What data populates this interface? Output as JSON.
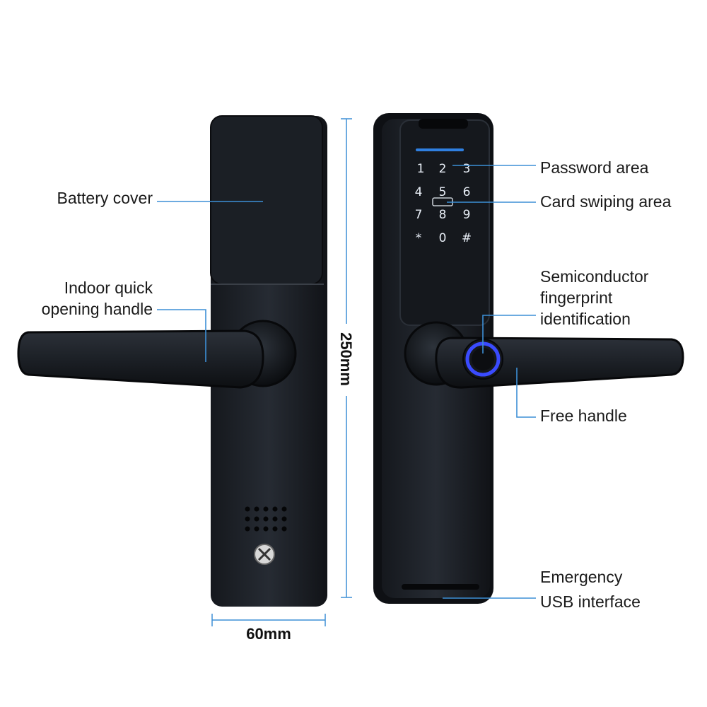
{
  "labels": {
    "battery_cover": "Battery cover",
    "indoor_handle_line1": "Indoor quick",
    "indoor_handle_line2": "opening handle",
    "password_area": "Password area",
    "card_swiping_area": "Card swiping area",
    "fingerprint_line1": "Semiconductor",
    "fingerprint_line2": "fingerprint",
    "fingerprint_line3": "identification",
    "free_handle": "Free handle",
    "usb_line1": "Emergency",
    "usb_line2": "USB interface"
  },
  "dimensions": {
    "height": "250mm",
    "width": "60mm"
  },
  "keypad": {
    "keys": [
      "1",
      "2",
      "3",
      "4",
      "5",
      "6",
      "7",
      "8",
      "9",
      "*",
      "0",
      "#"
    ]
  },
  "colors": {
    "lock_body": "#1e2228",
    "accent_blue": "#2f7fe0",
    "ring_blue": "#3a4bff",
    "leader_line": "#3d8fd6"
  }
}
